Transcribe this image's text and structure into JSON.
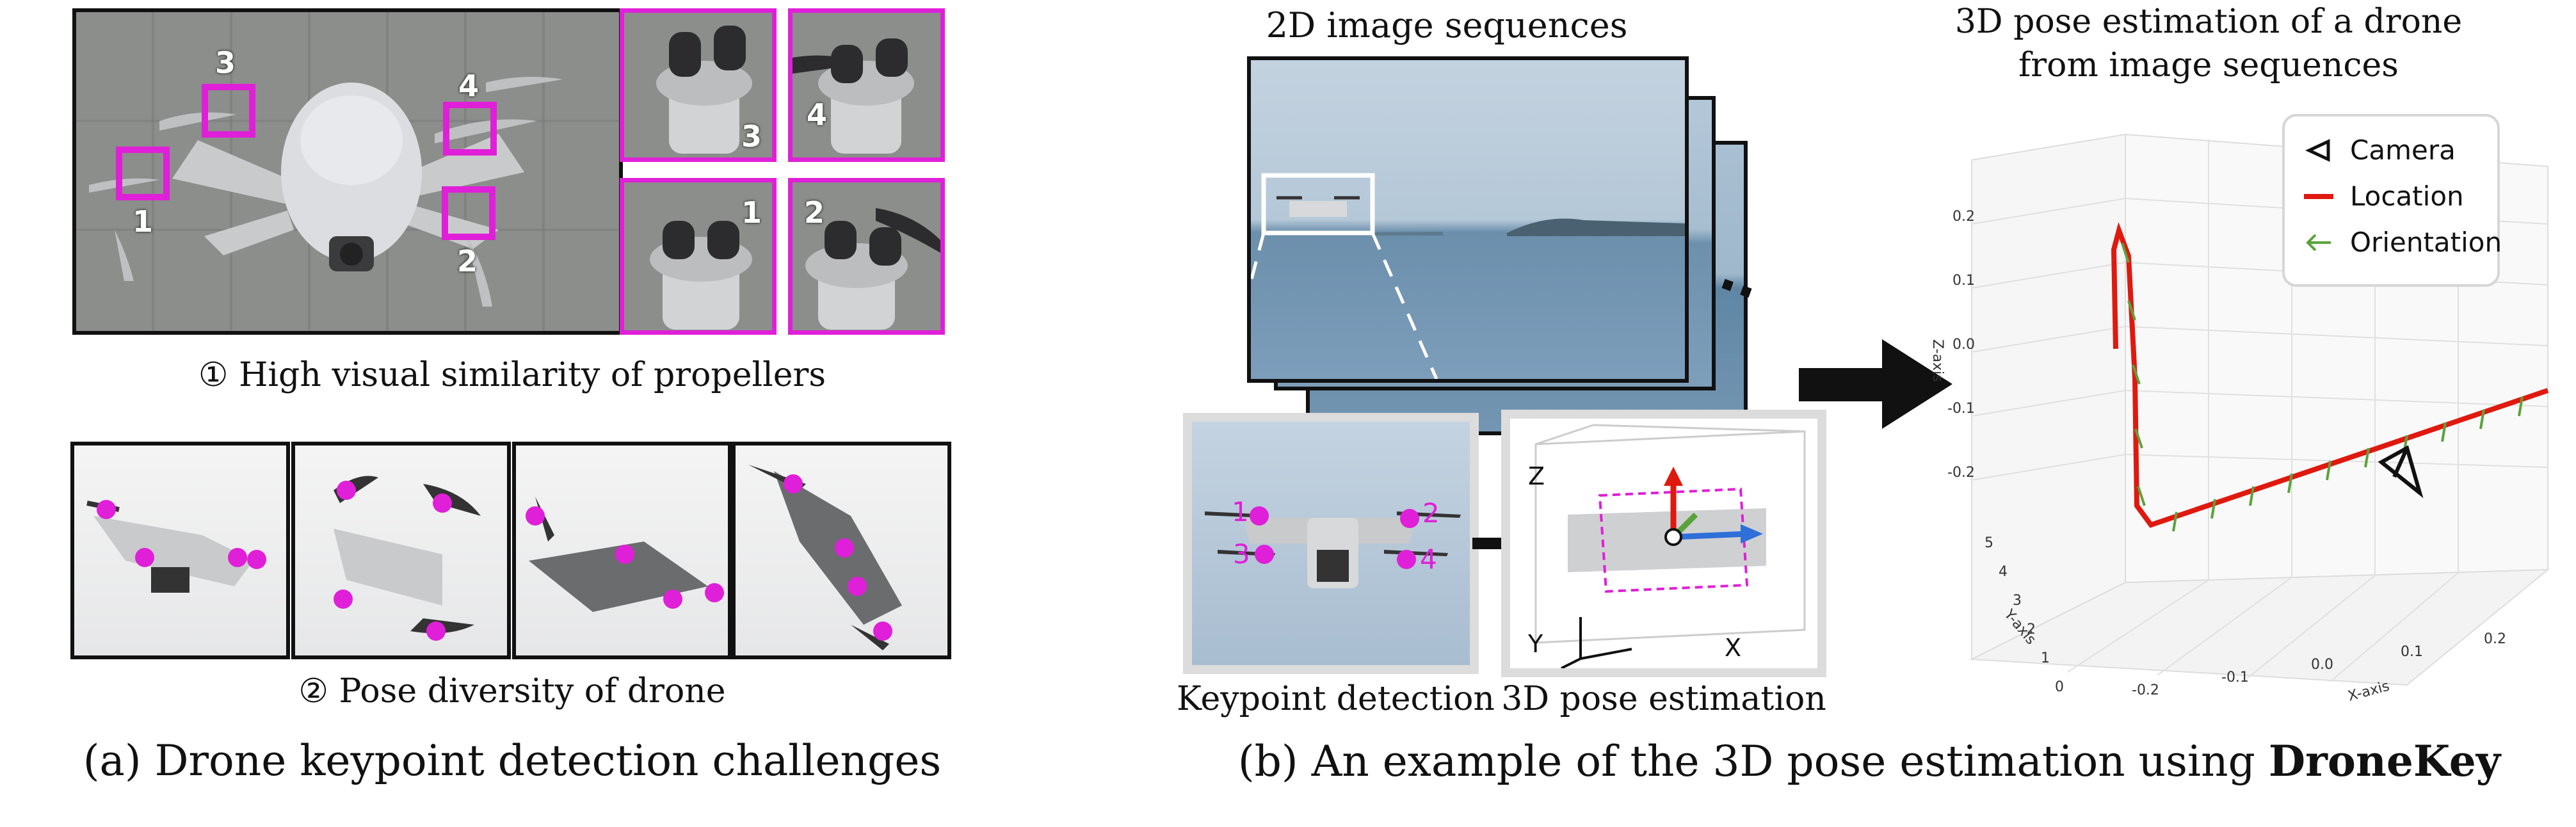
{
  "panel_a": {
    "propeller_numbers": [
      "1",
      "2",
      "3",
      "4"
    ],
    "crop_numbers": [
      "3",
      "4",
      "1",
      "2"
    ],
    "caption_similarity": "① High visual similarity of propellers",
    "caption_pose": "② Pose diversity of drone",
    "title": "(a) Drone keypoint detection challenges"
  },
  "panel_b": {
    "sequence_title": "2D image sequences",
    "estimation_title_line1": "3D pose estimation of  a drone",
    "estimation_title_line2": "from image sequences",
    "ellipsis": "...",
    "keypoint_label": "Keypoint detection",
    "pose_label": "3D pose estimation",
    "keypoints": [
      "1",
      "2",
      "3",
      "4"
    ],
    "axes_3d": {
      "z": "Z",
      "y": "Y",
      "x": "X"
    },
    "title_prefix": "(b) An example of the 3D pose estimation using ",
    "title_bold": "DroneKey"
  },
  "plot": {
    "legend": [
      {
        "label": "Camera",
        "color": "#111111",
        "icon": "camera-triangle-icon"
      },
      {
        "label": "Location",
        "color": "#e0190f",
        "icon": "line-icon"
      },
      {
        "label": "Orientation",
        "color": "#5aa33c",
        "icon": "arrow-icon"
      }
    ],
    "z_ticks": [
      "0.2",
      "0.1",
      "0.0",
      "-0.1",
      "-0.2"
    ],
    "z_label": "Z-axis",
    "y_ticks": [
      "5",
      "4",
      "3",
      "2",
      "1",
      "0"
    ],
    "y_label": "Y-axis",
    "x_ticks": [
      "-0.2",
      "-0.1",
      "0.0",
      "0.1",
      "0.2"
    ],
    "x_label": "X-axis"
  },
  "colors": {
    "keypoint": "#e01fd8",
    "location": "#e0190f",
    "orientation": "#5aa33c"
  }
}
